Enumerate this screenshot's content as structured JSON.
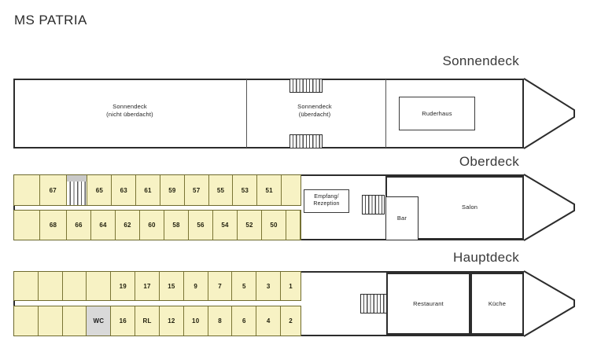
{
  "ship": {
    "name": "MS PATRIA"
  },
  "decks": [
    {
      "id": "sonnendeck",
      "caption": "Sonnendeck",
      "areas": [
        {
          "name": "sun-deck-open",
          "label": "Sonnendeck\n(nicht überdacht)"
        },
        {
          "name": "sun-deck-covered",
          "label": "Sonnendeck\n(überdacht)"
        }
      ],
      "rooms": [
        {
          "name": "wheelhouse",
          "label": "Ruderhaus"
        }
      ],
      "stairs": [
        {
          "name": "stairs-upper"
        },
        {
          "name": "stairs-lower"
        }
      ]
    },
    {
      "id": "oberdeck",
      "caption": "Oberdeck",
      "cabins_top": [
        {
          "label": "",
          "type": "empty"
        },
        {
          "label": "67",
          "type": "cabin"
        },
        {
          "label": "",
          "type": "stairs"
        },
        {
          "label": "65",
          "type": "cabin"
        },
        {
          "label": "63",
          "type": "cabin"
        },
        {
          "label": "61",
          "type": "cabin"
        },
        {
          "label": "59",
          "type": "cabin"
        },
        {
          "label": "57",
          "type": "cabin"
        },
        {
          "label": "55",
          "type": "cabin"
        },
        {
          "label": "53",
          "type": "cabin"
        },
        {
          "label": "51",
          "type": "cabin"
        },
        {
          "label": "",
          "type": "empty"
        }
      ],
      "cabins_bottom": [
        {
          "label": "",
          "type": "empty"
        },
        {
          "label": "68",
          "type": "cabin"
        },
        {
          "label": "66",
          "type": "cabin"
        },
        {
          "label": "64",
          "type": "cabin"
        },
        {
          "label": "62",
          "type": "cabin"
        },
        {
          "label": "60",
          "type": "cabin"
        },
        {
          "label": "58",
          "type": "cabin"
        },
        {
          "label": "56",
          "type": "cabin"
        },
        {
          "label": "54",
          "type": "cabin"
        },
        {
          "label": "52",
          "type": "cabin"
        },
        {
          "label": "50",
          "type": "cabin"
        },
        {
          "label": "",
          "type": "empty"
        }
      ],
      "rooms": [
        {
          "name": "reception",
          "label": "Empfang/\nRezeption"
        },
        {
          "name": "bar",
          "label": "Bar"
        },
        {
          "name": "salon",
          "label": "Salon"
        }
      ],
      "stairs": [
        {
          "name": "stairs-midship"
        }
      ]
    },
    {
      "id": "hauptdeck",
      "caption": "Hauptdeck",
      "cabins_top": [
        {
          "label": "",
          "type": "empty"
        },
        {
          "label": "",
          "type": "empty"
        },
        {
          "label": "",
          "type": "empty"
        },
        {
          "label": "",
          "type": "empty"
        },
        {
          "label": "19",
          "type": "cabin"
        },
        {
          "label": "17",
          "type": "cabin"
        },
        {
          "label": "15",
          "type": "cabin"
        },
        {
          "label": "9",
          "type": "cabin"
        },
        {
          "label": "7",
          "type": "cabin"
        },
        {
          "label": "5",
          "type": "cabin"
        },
        {
          "label": "3",
          "type": "cabin"
        },
        {
          "label": "1",
          "type": "cabin"
        }
      ],
      "cabins_bottom": [
        {
          "label": "",
          "type": "empty"
        },
        {
          "label": "",
          "type": "empty"
        },
        {
          "label": "",
          "type": "empty"
        },
        {
          "label": "WC",
          "type": "wc"
        },
        {
          "label": "16",
          "type": "cabin"
        },
        {
          "label": "RL",
          "type": "cabin"
        },
        {
          "label": "12",
          "type": "cabin"
        },
        {
          "label": "10",
          "type": "cabin"
        },
        {
          "label": "8",
          "type": "cabin"
        },
        {
          "label": "6",
          "type": "cabin"
        },
        {
          "label": "4",
          "type": "cabin"
        },
        {
          "label": "2",
          "type": "cabin"
        }
      ],
      "rooms": [
        {
          "name": "restaurant",
          "label": "Restaurant"
        },
        {
          "name": "galley",
          "label": "Küche"
        }
      ],
      "stairs": [
        {
          "name": "stairs-midship"
        }
      ]
    }
  ],
  "colors": {
    "cabin_fill": "#f7f2c4",
    "cabin_border": "#7a7535",
    "wc_fill": "#d9d9d9",
    "hull_line": "#2c2c2c",
    "text": "#1c1c1c",
    "caption": "#3a3a3a",
    "background": "#ffffff"
  }
}
